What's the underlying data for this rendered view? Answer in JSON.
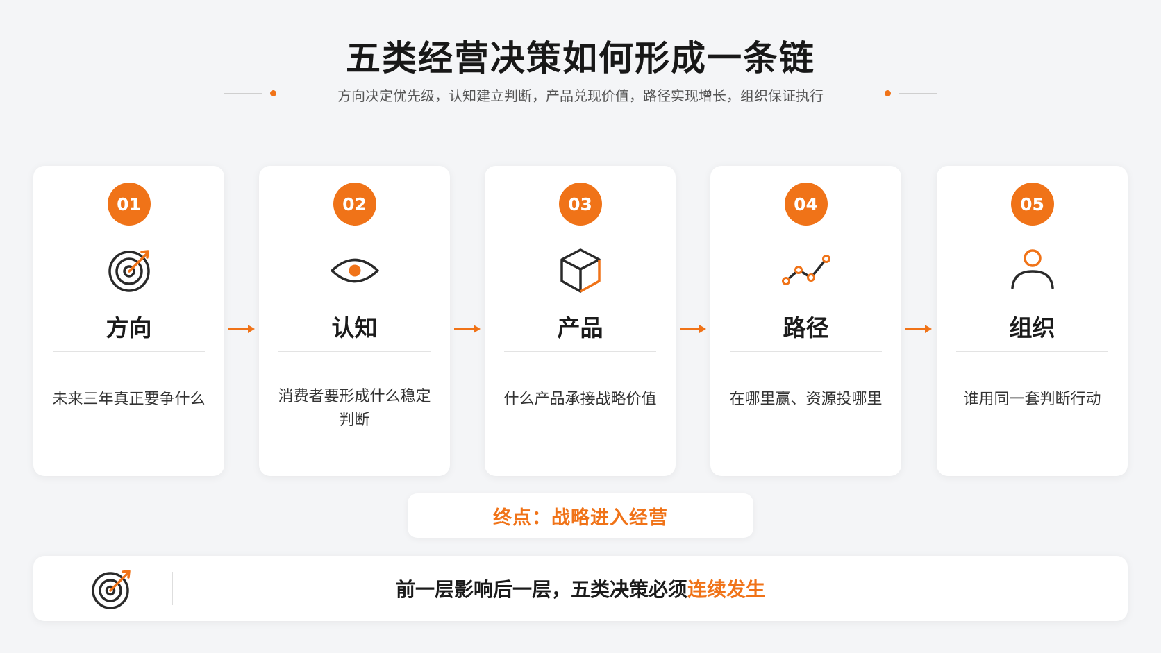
{
  "header": {
    "title": "五类经营决策如何形成一条链",
    "subtitle": "方向决定优先级，认知建立判断，产品兑现价值，路径实现增长，组织保证执行"
  },
  "cards": [
    {
      "number": "01",
      "title": "方向",
      "desc": "未来三年真正要争什么",
      "icon": "target-icon"
    },
    {
      "number": "02",
      "title": "认知",
      "desc": "消费者要形成什么稳定判断",
      "icon": "eye-icon"
    },
    {
      "number": "03",
      "title": "产品",
      "desc": "什么产品承接战略价值",
      "icon": "cube-icon"
    },
    {
      "number": "04",
      "title": "路径",
      "desc": "在哪里赢、资源投哪里",
      "icon": "trend-line-icon"
    },
    {
      "number": "05",
      "title": "组织",
      "desc": "谁用同一套判断行动",
      "icon": "person-icon"
    }
  ],
  "endpoint": {
    "label": "终点：战略进入经营"
  },
  "bottom": {
    "text_main": "前一层影响后一层，五类决策必须",
    "text_highlight": "连续发生",
    "icon": "target-icon"
  },
  "colors": {
    "accent": "#f07318",
    "dark": "#1b1b1b",
    "background": "#f4f5f7"
  }
}
